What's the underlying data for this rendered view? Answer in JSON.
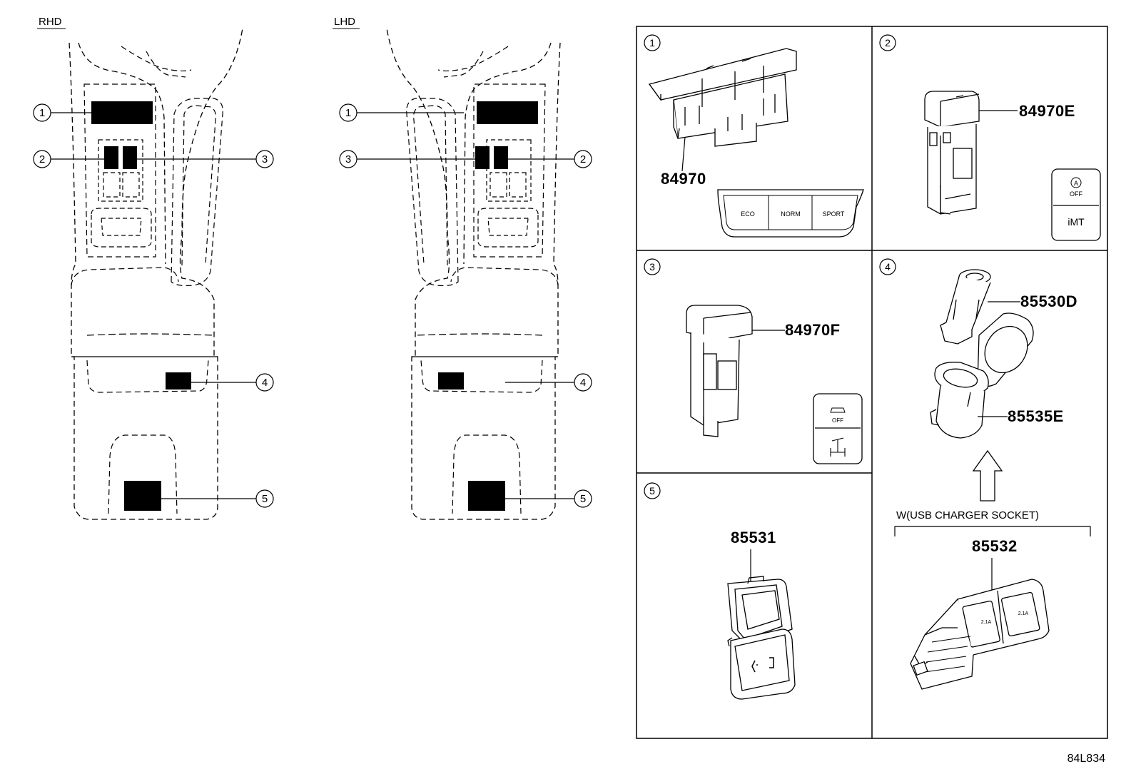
{
  "diagram": {
    "sections": {
      "rhd": "RHD",
      "lhd": "LHD"
    },
    "callouts": [
      "1",
      "2",
      "3",
      "4",
      "5"
    ],
    "panels": [
      {
        "number": "1",
        "parts": [
          "84970"
        ],
        "switch_labels": [
          "ECO",
          "NORM",
          "SPORT"
        ]
      },
      {
        "number": "2",
        "parts": [
          "84970E"
        ],
        "icon_text": [
          "A",
          "OFF",
          "iMT"
        ]
      },
      {
        "number": "3",
        "parts": [
          "84970F"
        ],
        "icon_text": [
          "OFF"
        ]
      },
      {
        "number": "4",
        "parts": [
          "85530D",
          "85535E"
        ],
        "variant_note": "W(USB CHARGER SOCKET)",
        "variant_part": "85532",
        "socket_labels": [
          "2.1A",
          "2.1A"
        ]
      },
      {
        "number": "5",
        "parts": [
          "85531"
        ]
      }
    ],
    "figure_code": "84L834"
  }
}
